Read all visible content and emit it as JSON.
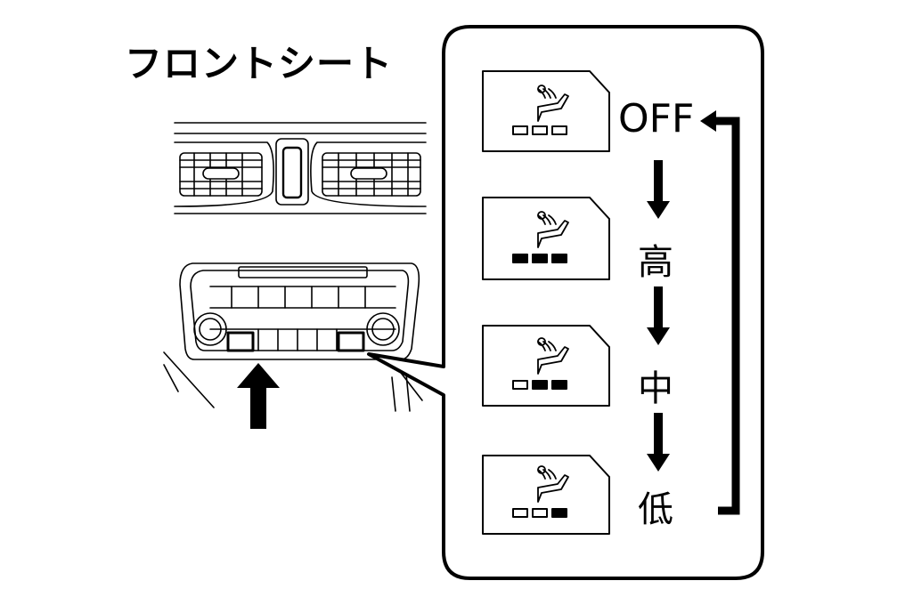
{
  "title": "フロントシート",
  "modes": [
    {
      "label": "OFF",
      "level": 0
    },
    {
      "label": "高",
      "level": 3
    },
    {
      "label": "中",
      "level": 2
    },
    {
      "label": "低",
      "level": 1
    }
  ],
  "icon": "seat-heater-fan-icon"
}
